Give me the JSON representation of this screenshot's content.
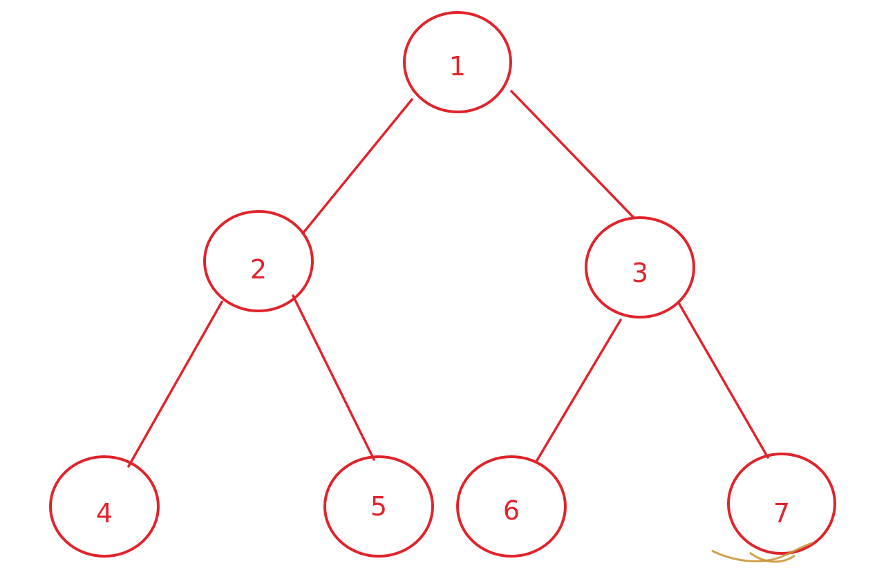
{
  "diagram": {
    "type": "binary-tree",
    "colors": {
      "stroke": "#e0242c",
      "label": "#e0242c",
      "background": "#ffffff",
      "artifact": "#c9902f"
    },
    "nodes": [
      {
        "id": "n1",
        "label": "1"
      },
      {
        "id": "n2",
        "label": "2"
      },
      {
        "id": "n3",
        "label": "3"
      },
      {
        "id": "n4",
        "label": "4"
      },
      {
        "id": "n5",
        "label": "5"
      },
      {
        "id": "n6",
        "label": "6"
      },
      {
        "id": "n7",
        "label": "7"
      }
    ],
    "edges": [
      {
        "from": "n1",
        "to": "n2"
      },
      {
        "from": "n1",
        "to": "n3"
      },
      {
        "from": "n2",
        "to": "n4"
      },
      {
        "from": "n2",
        "to": "n5"
      },
      {
        "from": "n3",
        "to": "n6"
      },
      {
        "from": "n3",
        "to": "n7"
      }
    ]
  }
}
